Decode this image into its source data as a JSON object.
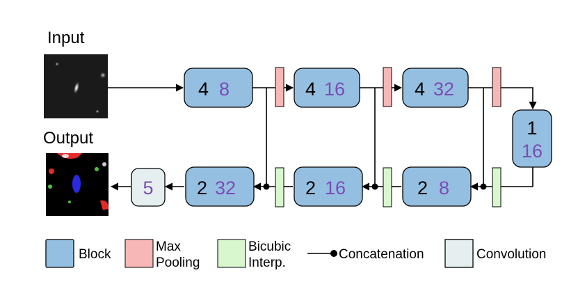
{
  "labels": {
    "input": "Input",
    "output": "Output"
  },
  "encoder": [
    {
      "a": "4",
      "b": "8"
    },
    {
      "a": "4",
      "b": "16"
    },
    {
      "a": "4",
      "b": "32"
    }
  ],
  "bottleneck": {
    "a": "1",
    "b": "16"
  },
  "decoder": [
    {
      "a": "2",
      "b": "8"
    },
    {
      "a": "2",
      "b": "16"
    },
    {
      "a": "2",
      "b": "32"
    }
  ],
  "conv_block": {
    "b": "5"
  },
  "legend": {
    "block": "Block",
    "max_pooling_1": "Max",
    "max_pooling_2": "Pooling",
    "bicubic_1": "Bicubic",
    "bicubic_2": "Interp.",
    "concatenation": "Concatenation",
    "convolution": "Convolution"
  },
  "colors": {
    "block": "#95bfe0",
    "max_pooling": "#f8b7b7",
    "bicubic_interp": "#d9f7cf",
    "convolution": "#e6efef",
    "filter_count": "#7a4cb5"
  }
}
